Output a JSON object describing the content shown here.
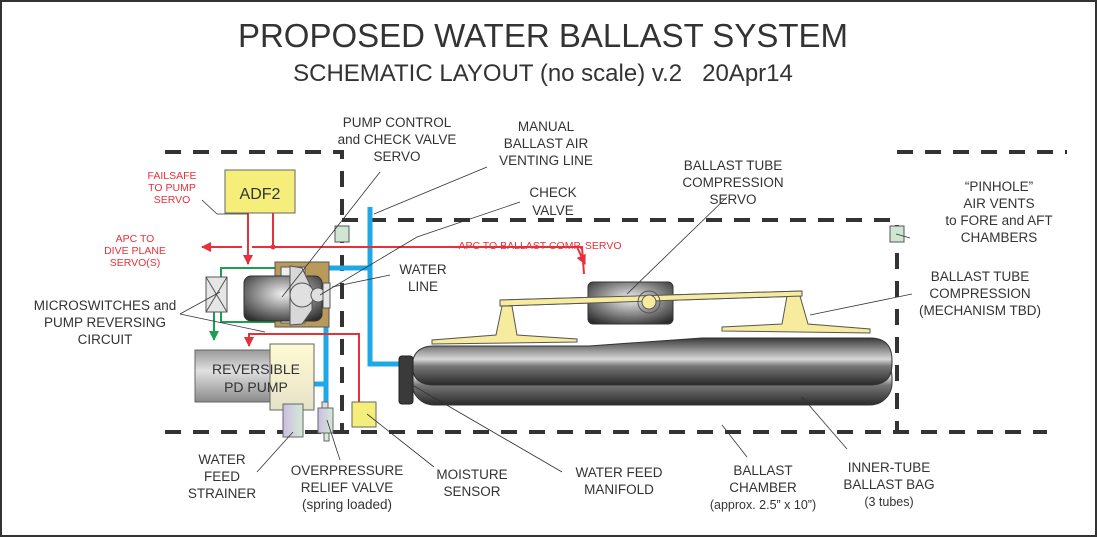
{
  "title": "PROPOSED WATER BALLAST SYSTEM",
  "subtitle": "SCHEMATIC LAYOUT (no scale) v.2   20Apr14",
  "colors": {
    "text": "#333333",
    "signal": "#e8303a",
    "water_line": "#1fa8e8",
    "switch_wire": "#1e9e4f",
    "adf_box": "#f6ee7a",
    "compression_arm": "#f7ec9e",
    "vent": "#cfe6d2",
    "boundary": "#333333"
  },
  "components": {
    "adf": "ADF2",
    "pump": [
      "REVERSIBLE",
      "PD PUMP"
    ]
  },
  "signals": {
    "failsafe": [
      "FAILSAFE",
      "TO PUMP",
      "SERVO"
    ],
    "apc_dive": [
      "APC TO",
      "DIVE PLANE",
      "SERVO(S)"
    ],
    "apc_ballast": "APC TO BALLAST COMP. SERVO"
  },
  "labels": {
    "pump_control": [
      "PUMP CONTROL",
      "and CHECK VALVE",
      "SERVO"
    ],
    "manual_vent": [
      "MANUAL",
      "BALLAST AIR",
      "VENTING LINE"
    ],
    "check_valve": [
      "CHECK",
      "VALVE"
    ],
    "water_line": [
      "WATER",
      "LINE"
    ],
    "microswitches": [
      "MICROSWITCHES and",
      "PUMP REVERSING",
      "CIRCUIT"
    ],
    "comp_servo": [
      "BALLAST TUBE",
      "COMPRESSION",
      "SERVO"
    ],
    "pinhole": [
      "“PINHOLE”",
      "AIR VENTS",
      "to FORE and AFT",
      "CHAMBERS"
    ],
    "comp_mech": [
      "BALLAST TUBE",
      "COMPRESSION",
      "(MECHANISM TBD)"
    ],
    "strainer": [
      "WATER",
      "FEED",
      "STRAINER"
    ],
    "relief": [
      "OVERPRESSURE",
      "RELIEF VALVE",
      "(spring loaded)"
    ],
    "moisture": [
      "MOISTURE",
      "SENSOR"
    ],
    "manifold": [
      "WATER FEED",
      "MANIFOLD"
    ],
    "chamber": [
      "BALLAST",
      "CHAMBER",
      "(approx. 2.5” x 10”)"
    ],
    "bag": [
      "INNER-TUBE",
      "BALLAST BAG",
      "(3 tubes)"
    ]
  }
}
